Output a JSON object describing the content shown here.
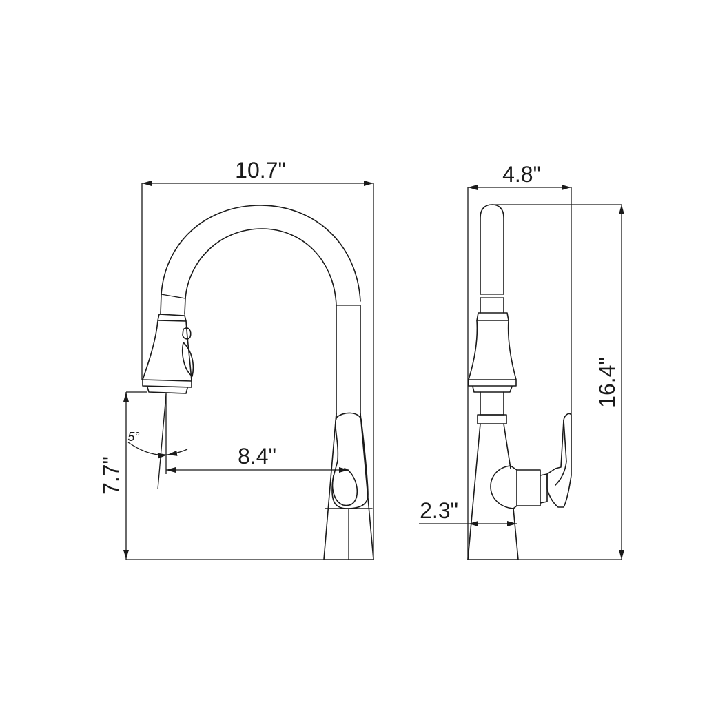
{
  "dimensions": {
    "overall_width": "10.7\"",
    "side_depth": "4.8\"",
    "total_height": "16.4\"",
    "spout_reach": "8.4\"",
    "spout_height": "7.7\"",
    "base_diameter": "2.3\"",
    "spray_angle": "5°"
  },
  "colors": {
    "line": "#1a1a1a",
    "background": "#ffffff"
  }
}
